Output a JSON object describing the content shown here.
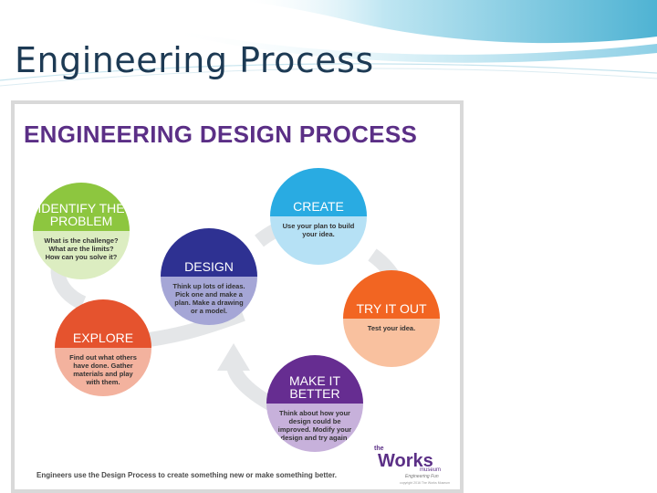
{
  "slide": {
    "title": "Engineering Process"
  },
  "poster": {
    "title": "ENGINEERING DESIGN PROCESS",
    "footer": "Engineers use the Design Process to create something new or make something better.",
    "logo": {
      "the": "the",
      "word": "Works",
      "museum": "museum",
      "tagline": "Engineering Fun",
      "copyright": "copyright 2016 The Works Museum"
    }
  },
  "steps": [
    {
      "id": "identify",
      "title": "IDENTIFY THE PROBLEM",
      "text": "What is the challenge? What are the limits? How can you solve it?",
      "color_top": "#8dc63f",
      "color_bottom": "#dcedc1"
    },
    {
      "id": "explore",
      "title": "EXPLORE",
      "text": "Find out what others have done. Gather materials and play with them.",
      "color_top": "#e5532e",
      "color_bottom": "#f3b29e"
    },
    {
      "id": "design",
      "title": "DESIGN",
      "text": "Think up lots of ideas. Pick one and make a plan. Make a drawing or a model.",
      "color_top": "#2e3192",
      "color_bottom": "#a5a6d6"
    },
    {
      "id": "create",
      "title": "CREATE",
      "text": "Use your plan to build your idea.",
      "color_top": "#29abe2",
      "color_bottom": "#b6e1f5"
    },
    {
      "id": "tryit",
      "title": "TRY IT OUT",
      "text": "Test your idea.",
      "color_top": "#f26522",
      "color_bottom": "#f9c19f"
    },
    {
      "id": "makeit",
      "title": "MAKE IT BETTER",
      "text": "Think about how your design could be improved. Modify your design and try again.",
      "color_top": "#662d91",
      "color_bottom": "#c7b1db"
    }
  ],
  "colors": {
    "slide_title": "#1d3a54",
    "poster_title": "#5b2f86",
    "cycle_arrow": "#e4e6e8"
  }
}
